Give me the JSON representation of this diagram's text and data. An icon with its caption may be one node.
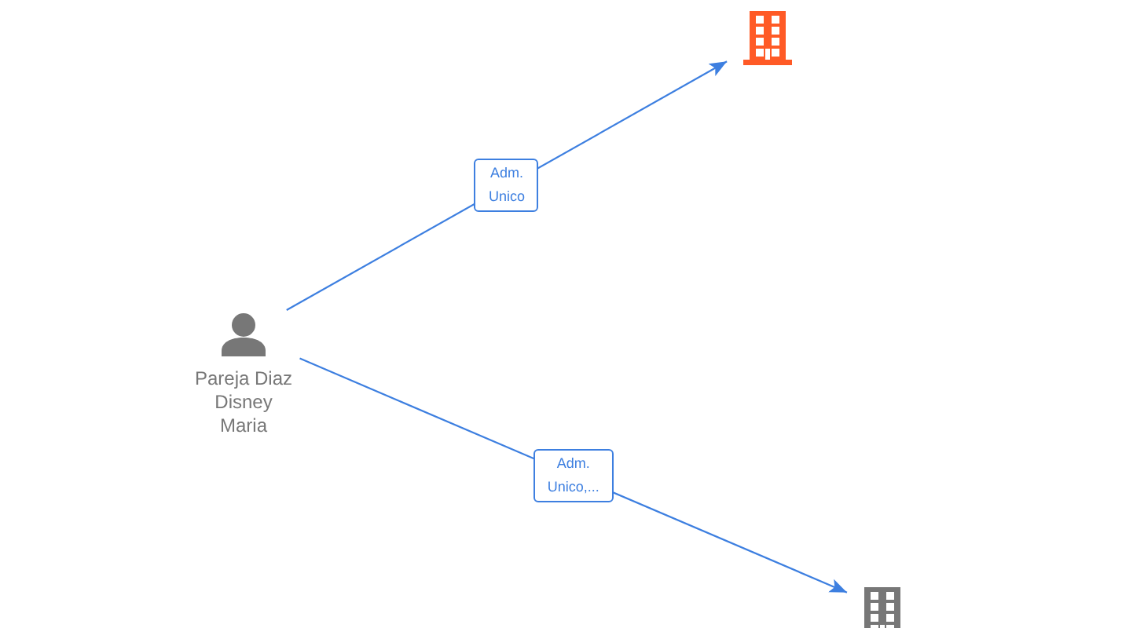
{
  "diagram": {
    "nodes": [
      {
        "text": [
          "Pareja Diaz Disney Maria"
        ]
      },
      {
        "text": [],
        "shape": "building"
      },
      {
        "text": [],
        "shape": "building"
      }
    ],
    "edges": [
      {
        "from": 0,
        "to": 1,
        "arrow": "to",
        "label": "Adm. Unico"
      },
      {
        "from": 0,
        "to": 2,
        "arrow": "to",
        "label": "Adm. Unico,..."
      }
    ]
  }
}
